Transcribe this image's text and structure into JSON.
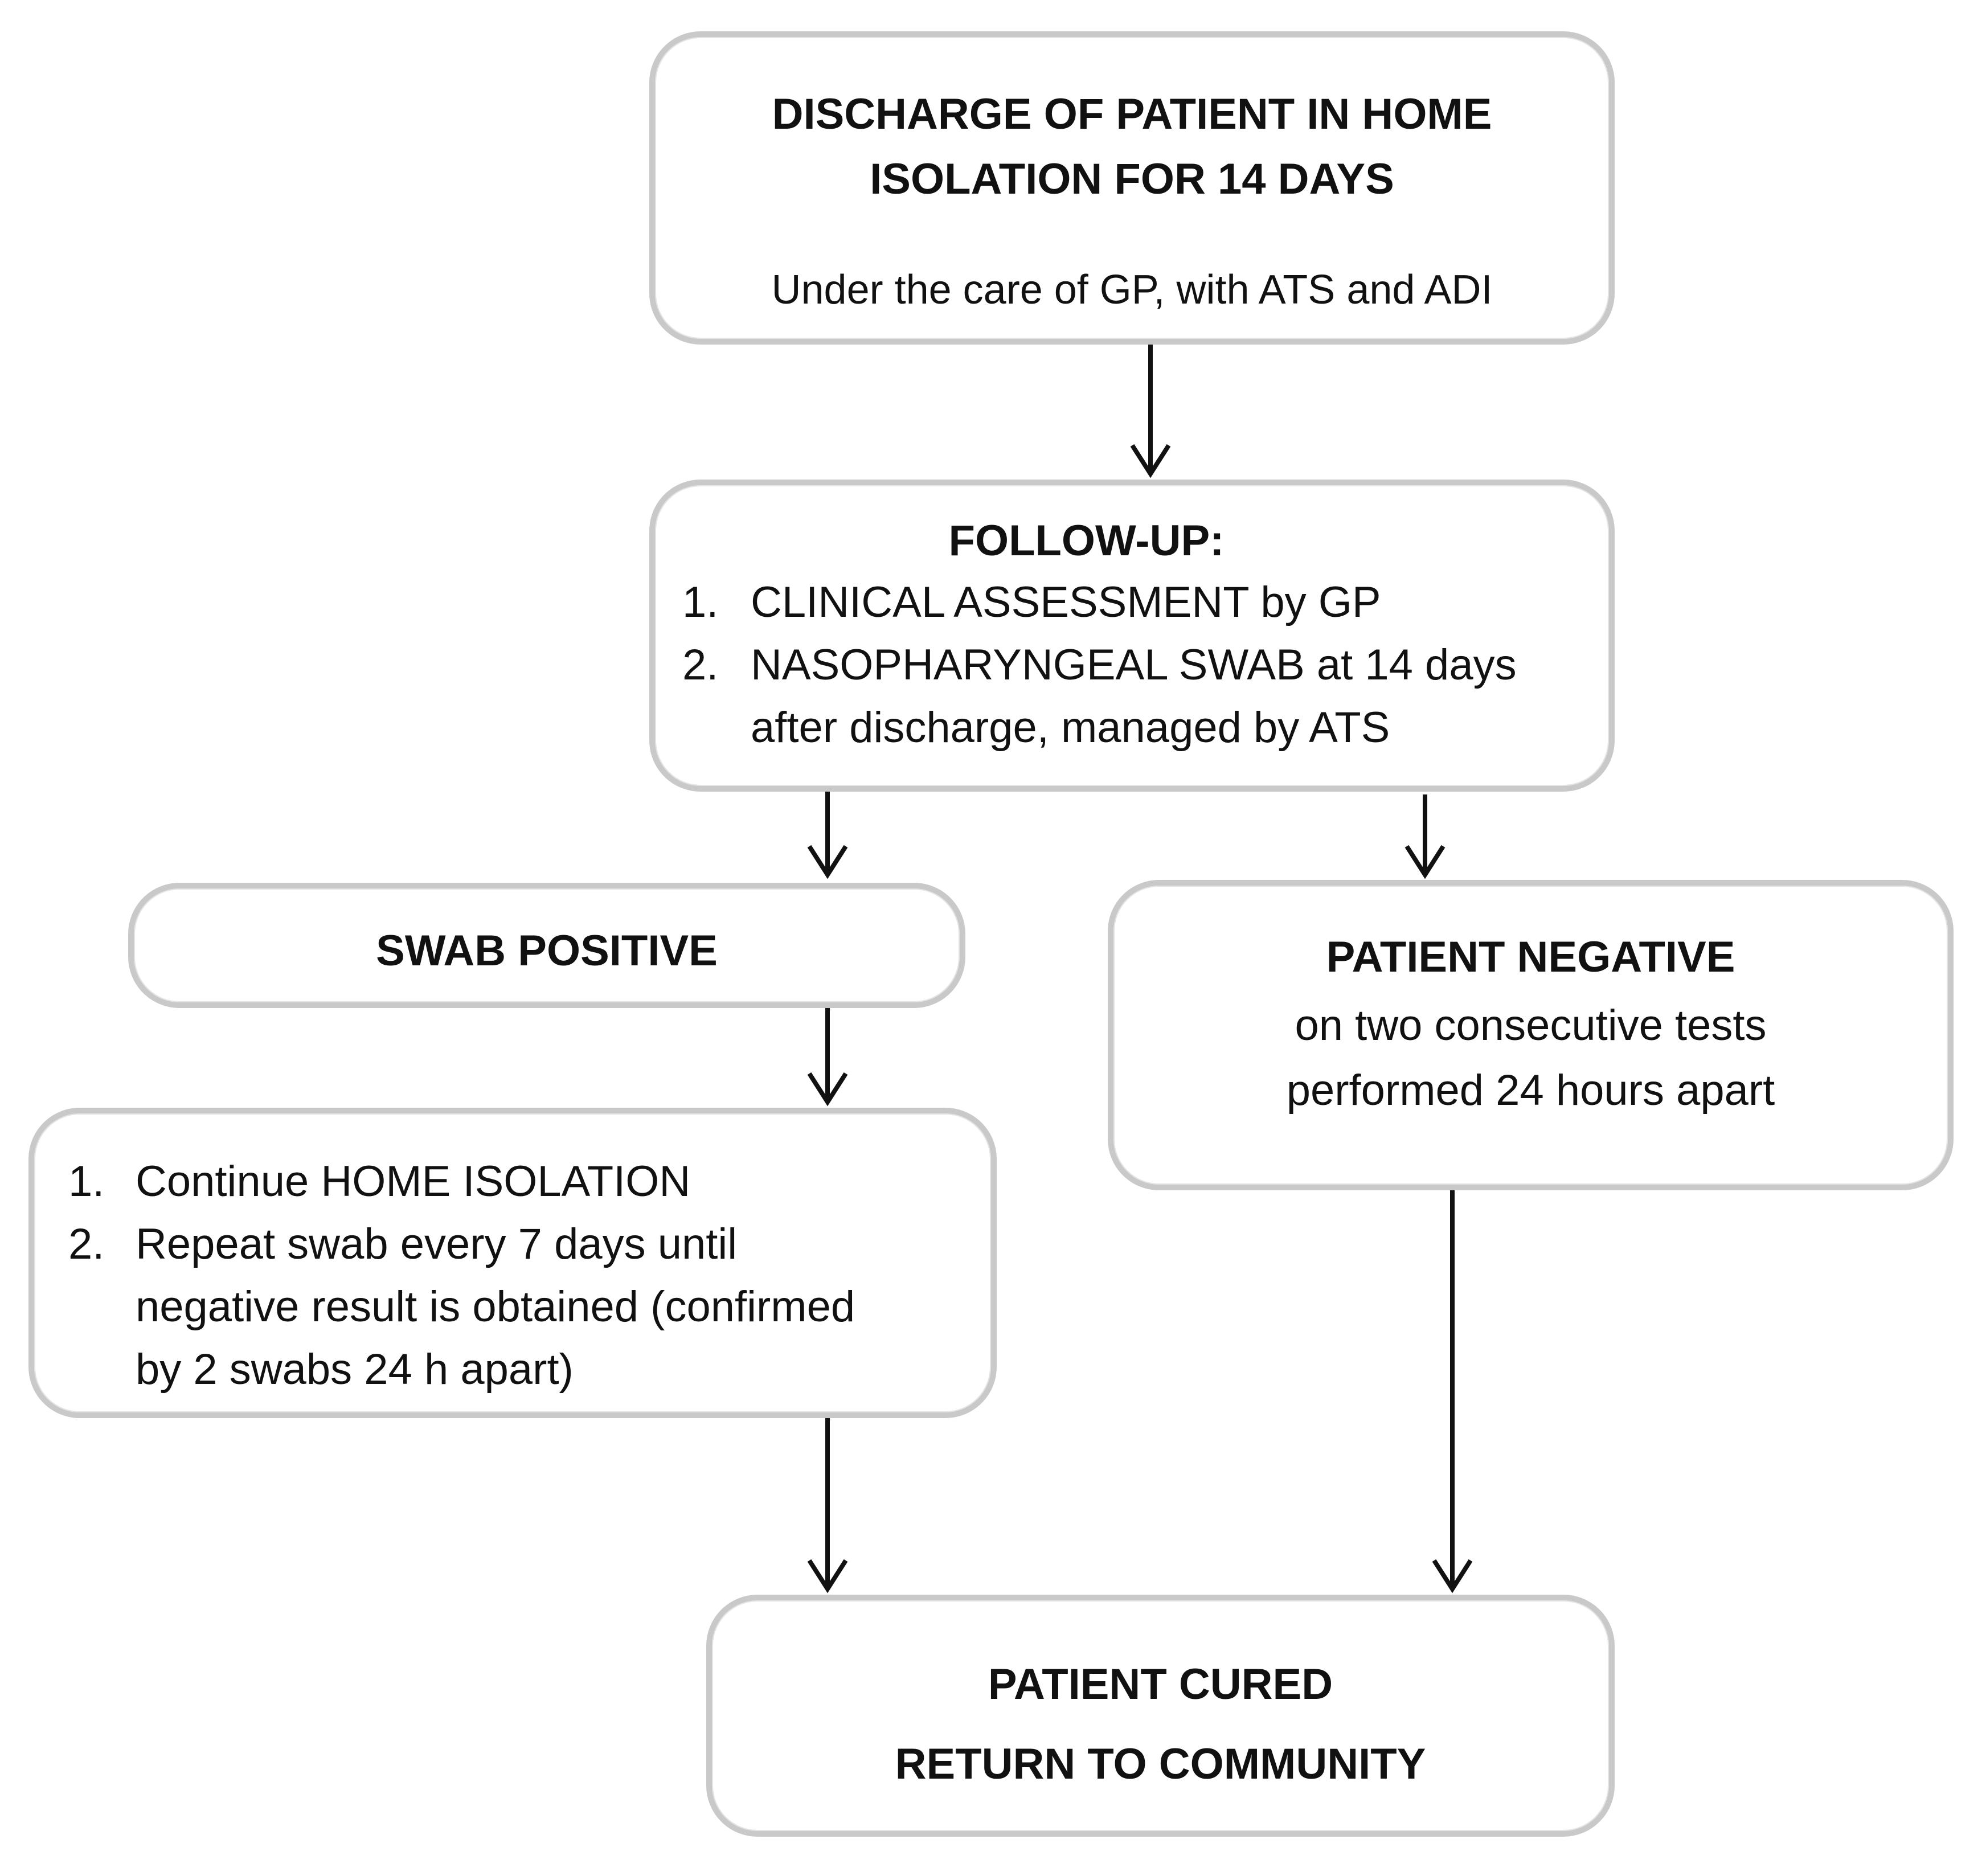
{
  "nodes": {
    "discharge": {
      "title_line1": "DISCHARGE OF PATIENT IN HOME",
      "title_line2": "ISOLATION FOR 14 DAYS",
      "subtitle": "Under the care of GP, with ATS and ADI"
    },
    "followup": {
      "title": "FOLLOW-UP:",
      "items": [
        {
          "num": "1.",
          "lines": [
            "CLINICAL ASSESSMENT by GP"
          ]
        },
        {
          "num": "2.",
          "lines": [
            "NASOPHARYNGEAL SWAB  at 14 days",
            "after discharge, managed by ATS"
          ]
        }
      ]
    },
    "swab_positive": {
      "title": "SWAB POSITIVE"
    },
    "patient_negative": {
      "title": "PATIENT NEGATIVE",
      "line2": "on two consecutive tests",
      "line3": "performed 24 hours apart"
    },
    "continue_isolation": {
      "items": [
        {
          "num": "1.",
          "lines": [
            "Continue HOME ISOLATION"
          ]
        },
        {
          "num": "2.",
          "lines": [
            "Repeat swab every  7 days until",
            "negative result is obtained (confirmed",
            "by 2 swabs 24 h apart)"
          ]
        }
      ]
    },
    "cured": {
      "line1": "PATIENT CURED",
      "line2": "RETURN TO COMMUNITY"
    }
  },
  "edges": [
    {
      "from": "discharge",
      "to": "followup"
    },
    {
      "from": "followup",
      "to": "swab_positive"
    },
    {
      "from": "followup",
      "to": "patient_negative"
    },
    {
      "from": "swab_positive",
      "to": "continue_isolation"
    },
    {
      "from": "continue_isolation",
      "to": "cured"
    },
    {
      "from": "patient_negative",
      "to": "cured"
    }
  ],
  "colors": {
    "box_border": "#c9c9c9",
    "arrow": "#111111",
    "text": "#111111"
  }
}
